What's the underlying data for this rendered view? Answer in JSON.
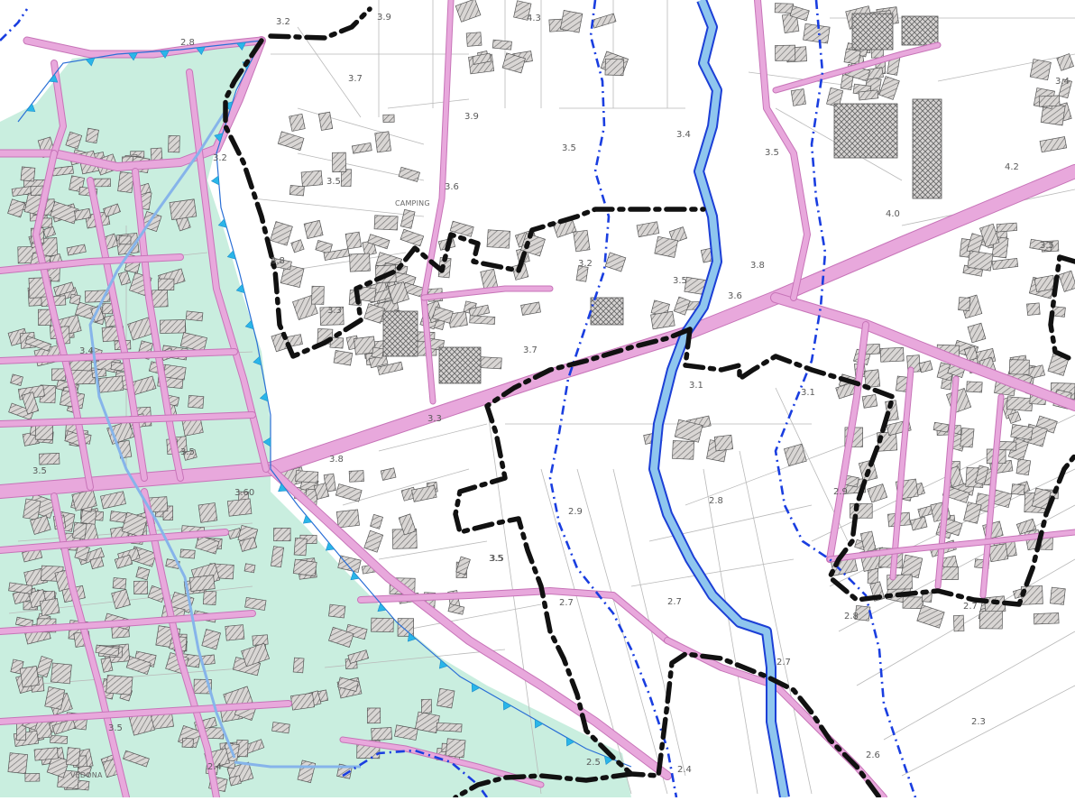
{
  "map": {
    "colors": {
      "background": "#ffffff",
      "flood_zone": "#c9eedf",
      "road": "#e8a8dc",
      "road_edge": "#c774b8",
      "river": "#8fc6ee",
      "river_edge": "#1c3fd6",
      "canal": "#86b4ea",
      "boundary": "#111111",
      "dashed_blue": "#1a3ee0",
      "triangle_marker": "#2ab6e8",
      "building_fill": "#c9c4c2",
      "parcel_line": "#b9b9b9"
    },
    "elevation_labels": [
      {
        "text": "3.2"
      },
      {
        "text": "3.9"
      },
      {
        "text": "4.3"
      },
      {
        "text": "2.8"
      },
      {
        "text": "3.7"
      },
      {
        "text": "3.9"
      },
      {
        "text": "3.4"
      },
      {
        "text": "3.5"
      },
      {
        "text": "3.5"
      },
      {
        "text": "3.4"
      },
      {
        "text": "4.2"
      },
      {
        "text": "3.2"
      },
      {
        "text": "3.5"
      },
      {
        "text": "3.6"
      },
      {
        "text": "4.0"
      },
      {
        "text": "3.8"
      },
      {
        "text": "3.2"
      },
      {
        "text": "3.8"
      },
      {
        "text": "3.5"
      },
      {
        "text": "3.6"
      },
      {
        "text": "3.5"
      },
      {
        "text": "3.3"
      },
      {
        "text": "3.7"
      },
      {
        "text": "3.4"
      },
      {
        "text": "3.1"
      },
      {
        "text": "3.1"
      },
      {
        "text": "3.3"
      },
      {
        "text": "3.5"
      },
      {
        "text": "3.5"
      },
      {
        "text": "3.5"
      },
      {
        "text": "3.8"
      },
      {
        "text": "3.60"
      },
      {
        "text": "2.9"
      },
      {
        "text": "2.8"
      },
      {
        "text": "2.9"
      },
      {
        "text": "3.5"
      },
      {
        "text": "2.7"
      },
      {
        "text": "2.7"
      },
      {
        "text": "2.8"
      },
      {
        "text": "2.7"
      },
      {
        "text": "2.7"
      },
      {
        "text": "2.3"
      },
      {
        "text": "2.6"
      },
      {
        "text": "2.5"
      },
      {
        "text": "2.4"
      },
      {
        "text": "2.4"
      },
      {
        "text": "3.5"
      }
    ],
    "place_labels": [
      {
        "text": "CAMPING"
      },
      {
        "text": "VEDONA"
      }
    ]
  }
}
